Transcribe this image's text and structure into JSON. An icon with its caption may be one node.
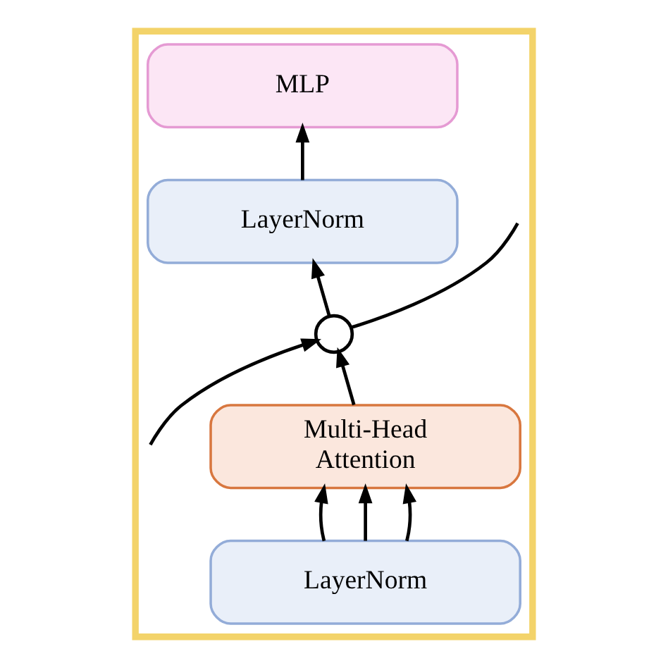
{
  "diagram": {
    "nodes": [
      {
        "text": [],
        "shape": "box"
      },
      {
        "text": [
          "MLP"
        ],
        "in": 0
      },
      {
        "text": [
          "LayerNorm"
        ],
        "in": 0
      },
      {
        "text": [],
        "shape": "circle",
        "in": 0
      },
      {
        "text": [
          "Multi-Head Attention"
        ],
        "in": 0
      },
      {
        "text": [
          "LayerNorm"
        ],
        "in": 0
      }
    ],
    "edges": [
      {
        "from": 2,
        "to": 1,
        "arrow": "to"
      },
      {
        "from": 3,
        "to": 2,
        "arrow": "to"
      },
      {
        "from": 3,
        "to": null,
        "arrow": "none"
      },
      {
        "from": null,
        "to": 3,
        "arrow": "to"
      },
      {
        "from": 4,
        "to": 3,
        "arrow": "to"
      },
      {
        "from": 5,
        "to": 4,
        "arrow": "to"
      },
      {
        "from": 5,
        "to": 4,
        "arrow": "to"
      },
      {
        "from": 5,
        "to": 4,
        "arrow": "to"
      }
    ]
  }
}
